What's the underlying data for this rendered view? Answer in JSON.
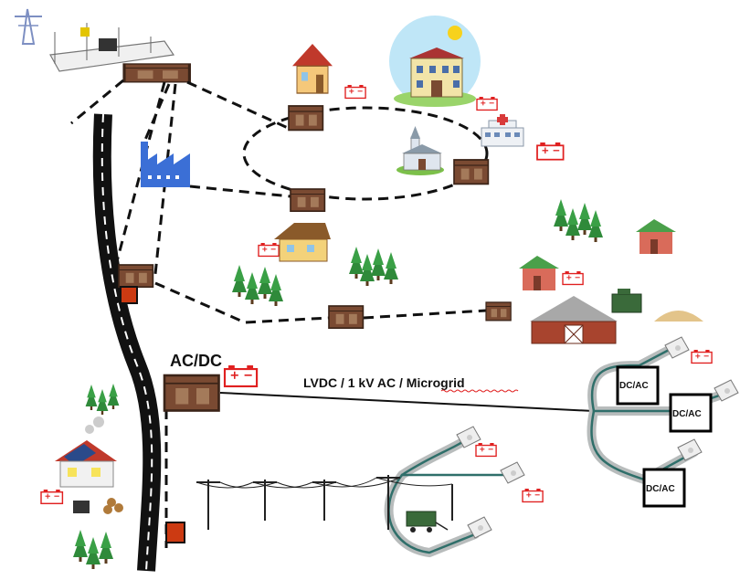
{
  "labels": {
    "acdc_title": "AC/DC",
    "link_label": "LVDC / 1 kV AC / Microgrid",
    "converter": "DC/AC"
  },
  "colors": {
    "road": "#111111",
    "substation_box": "#7a4a32",
    "battery": "#e02020",
    "factory": "#3b6fd6",
    "dc_cable": "#2f6f6a",
    "tree": "#2f8a3a",
    "marker": "#cc3a12"
  },
  "icons": {
    "substation": "substation-icon",
    "distribution_box": "distribution-transformer-icon",
    "battery": "battery-icon",
    "factory": "factory-icon",
    "house": "house-icon",
    "school": "school-icon",
    "church": "church-icon",
    "hospital": "hospital-icon",
    "barn": "barn-icon",
    "trees": "tree-icon",
    "generator": "generator-icon",
    "street_lamp": "street-lamp-icon",
    "power_pole": "power-pole-icon",
    "converter": "dc-ac-converter-icon"
  }
}
